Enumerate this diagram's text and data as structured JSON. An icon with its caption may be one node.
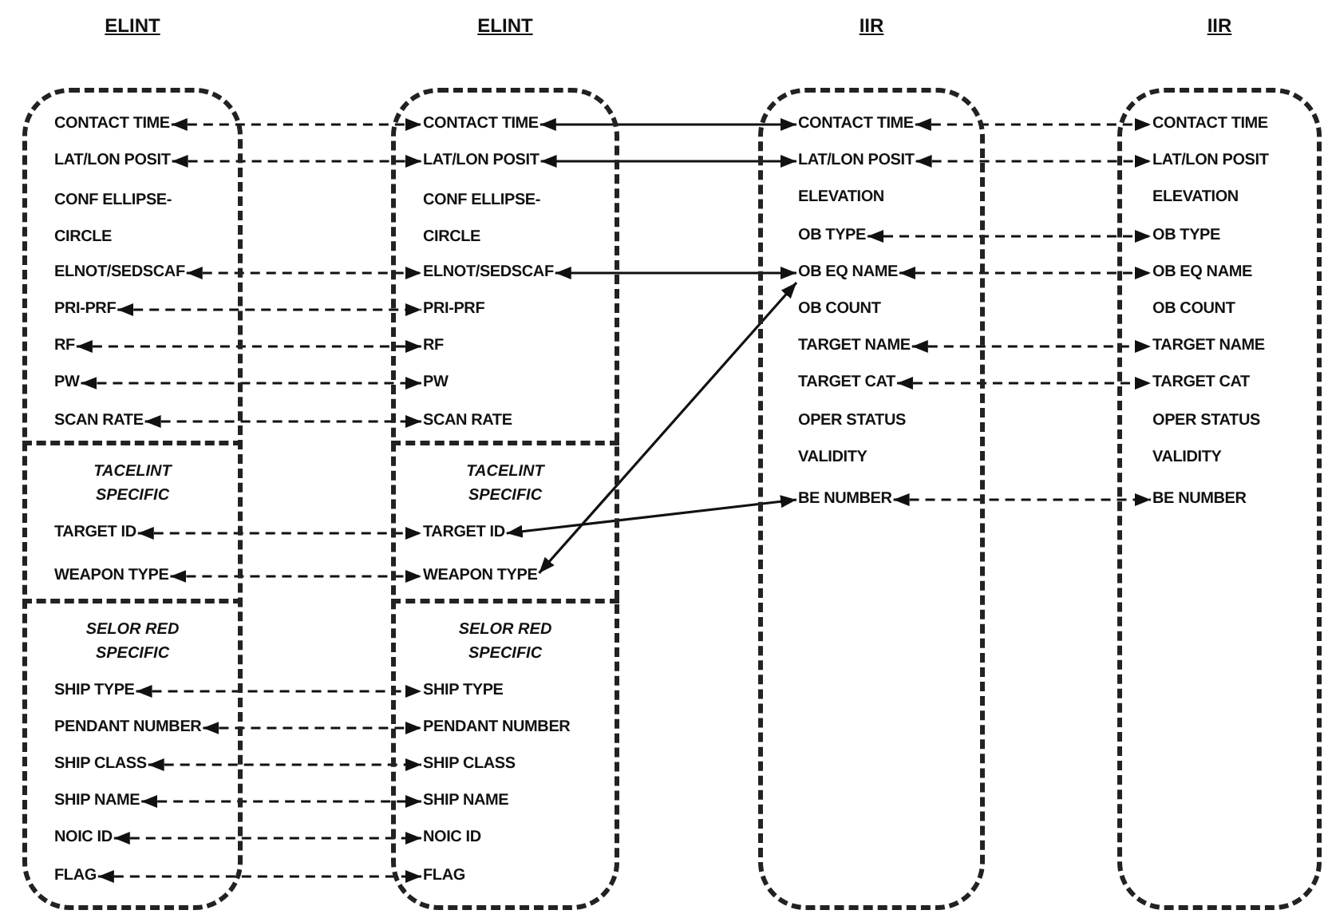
{
  "diagram": {
    "nodes": [
      {
        "text": [
          "ELINT"
        ]
      },
      {
        "text": [
          "CONTACT TIME"
        ],
        "in": 0
      },
      {
        "text": [
          "LAT/LON POSIT"
        ],
        "in": 0
      },
      {
        "text": [
          "CONF ELLIPSE- CIRCLE"
        ],
        "in": 0
      },
      {
        "text": [
          "ELNOT/SEDSCAF"
        ],
        "in": 0
      },
      {
        "text": [
          "PRI-PRF"
        ],
        "in": 0
      },
      {
        "text": [
          "RF"
        ],
        "in": 0
      },
      {
        "text": [
          "PW"
        ],
        "in": 0
      },
      {
        "text": [
          "SCAN RATE"
        ],
        "in": 0
      },
      {
        "text": [
          "TACELINT SPECIFIC"
        ],
        "in": 0
      },
      {
        "text": [
          "TARGET ID"
        ],
        "in": 9
      },
      {
        "text": [
          "WEAPON TYPE"
        ],
        "in": 9
      },
      {
        "text": [
          "SELOR RED SPECIFIC"
        ],
        "in": 0
      },
      {
        "text": [
          "SHIP TYPE"
        ],
        "in": 12
      },
      {
        "text": [
          "PENDANT NUMBER"
        ],
        "in": 12
      },
      {
        "text": [
          "SHIP CLASS"
        ],
        "in": 12
      },
      {
        "text": [
          "SHIP NAME"
        ],
        "in": 12
      },
      {
        "text": [
          "NOIC ID"
        ],
        "in": 12
      },
      {
        "text": [
          "FLAG"
        ],
        "in": 12
      },
      {
        "text": [
          "ELINT"
        ]
      },
      {
        "text": [
          "CONTACT TIME"
        ],
        "in": 19
      },
      {
        "text": [
          "LAT/LON POSIT"
        ],
        "in": 19
      },
      {
        "text": [
          "CONF ELLIPSE- CIRCLE"
        ],
        "in": 19
      },
      {
        "text": [
          "ELNOT/SEDSCAF"
        ],
        "in": 19
      },
      {
        "text": [
          "PRI-PRF"
        ],
        "in": 19
      },
      {
        "text": [
          "RF"
        ],
        "in": 19
      },
      {
        "text": [
          "PW"
        ],
        "in": 19
      },
      {
        "text": [
          "SCAN RATE"
        ],
        "in": 19
      },
      {
        "text": [
          "TACELINT SPECIFIC"
        ],
        "in": 19
      },
      {
        "text": [
          "TARGET ID"
        ],
        "in": 28
      },
      {
        "text": [
          "WEAPON TYPE"
        ],
        "in": 28
      },
      {
        "text": [
          "SELOR RED SPECIFIC"
        ],
        "in": 19
      },
      {
        "text": [
          "SHIP TYPE"
        ],
        "in": 31
      },
      {
        "text": [
          "PENDANT NUMBER"
        ],
        "in": 31
      },
      {
        "text": [
          "SHIP CLASS"
        ],
        "in": 31
      },
      {
        "text": [
          "SHIP NAME"
        ],
        "in": 31
      },
      {
        "text": [
          "NOIC ID"
        ],
        "in": 31
      },
      {
        "text": [
          "FLAG"
        ],
        "in": 31
      },
      {
        "text": [
          "IIR"
        ]
      },
      {
        "text": [
          "CONTACT TIME"
        ],
        "in": 38
      },
      {
        "text": [
          "LAT/LON POSIT"
        ],
        "in": 38
      },
      {
        "text": [
          "ELEVATION"
        ],
        "in": 38
      },
      {
        "text": [
          "OB TYPE"
        ],
        "in": 38
      },
      {
        "text": [
          "OB EQ NAME"
        ],
        "in": 38
      },
      {
        "text": [
          "OB COUNT"
        ],
        "in": 38
      },
      {
        "text": [
          "TARGET NAME"
        ],
        "in": 38
      },
      {
        "text": [
          "TARGET CAT"
        ],
        "in": 38
      },
      {
        "text": [
          "OPER STATUS"
        ],
        "in": 38
      },
      {
        "text": [
          "VALIDITY"
        ],
        "in": 38
      },
      {
        "text": [
          "BE NUMBER"
        ],
        "in": 38
      },
      {
        "text": [
          "IIR"
        ]
      },
      {
        "text": [
          "CONTACT TIME"
        ],
        "in": 50
      },
      {
        "text": [
          "LAT/LON POSIT"
        ],
        "in": 50
      },
      {
        "text": [
          "ELEVATION"
        ],
        "in": 50
      },
      {
        "text": [
          "OB TYPE"
        ],
        "in": 50
      },
      {
        "text": [
          "OB EQ NAME"
        ],
        "in": 50
      },
      {
        "text": [
          "OB COUNT"
        ],
        "in": 50
      },
      {
        "text": [
          "TARGET NAME"
        ],
        "in": 50
      },
      {
        "text": [
          "TARGET CAT"
        ],
        "in": 50
      },
      {
        "text": [
          "OPER STATUS"
        ],
        "in": 50
      },
      {
        "text": [
          "VALIDITY"
        ],
        "in": 50
      },
      {
        "text": [
          "BE NUMBER"
        ],
        "in": 50
      }
    ],
    "edges": [
      {
        "from": 1,
        "to": 20,
        "arrow": "both",
        "style": "dashed"
      },
      {
        "from": 2,
        "to": 21,
        "arrow": "both",
        "style": "dashed"
      },
      {
        "from": 4,
        "to": 23,
        "arrow": "both",
        "style": "dashed"
      },
      {
        "from": 5,
        "to": 24,
        "arrow": "both",
        "style": "dashed"
      },
      {
        "from": 6,
        "to": 25,
        "arrow": "both",
        "style": "dashed"
      },
      {
        "from": 7,
        "to": 26,
        "arrow": "both",
        "style": "dashed"
      },
      {
        "from": 8,
        "to": 27,
        "arrow": "both",
        "style": "dashed"
      },
      {
        "from": 10,
        "to": 29,
        "arrow": "both",
        "style": "dashed"
      },
      {
        "from": 11,
        "to": 30,
        "arrow": "both",
        "style": "dashed"
      },
      {
        "from": 13,
        "to": 32,
        "arrow": "both",
        "style": "dashed"
      },
      {
        "from": 14,
        "to": 33,
        "arrow": "both",
        "style": "dashed"
      },
      {
        "from": 15,
        "to": 34,
        "arrow": "both",
        "style": "dashed"
      },
      {
        "from": 16,
        "to": 35,
        "arrow": "both",
        "style": "dashed"
      },
      {
        "from": 17,
        "to": 36,
        "arrow": "both",
        "style": "dashed"
      },
      {
        "from": 18,
        "to": 37,
        "arrow": "both",
        "style": "dashed"
      },
      {
        "from": 20,
        "to": 39,
        "arrow": "both"
      },
      {
        "from": 21,
        "to": 40,
        "arrow": "both"
      },
      {
        "from": 23,
        "to": 43,
        "arrow": "both"
      },
      {
        "from": 30,
        "to": 43,
        "arrow": "both"
      },
      {
        "from": 29,
        "to": 49,
        "arrow": "both"
      },
      {
        "from": 39,
        "to": 51,
        "arrow": "both",
        "style": "dashed"
      },
      {
        "from": 40,
        "to": 52,
        "arrow": "both",
        "style": "dashed"
      },
      {
        "from": 42,
        "to": 54,
        "arrow": "both",
        "style": "dashed"
      },
      {
        "from": 43,
        "to": 55,
        "arrow": "both",
        "style": "dashed"
      },
      {
        "from": 45,
        "to": 57,
        "arrow": "both",
        "style": "dashed"
      },
      {
        "from": 46,
        "to": 58,
        "arrow": "both",
        "style": "dashed"
      },
      {
        "from": 49,
        "to": 61,
        "arrow": "both",
        "style": "dashed"
      }
    ]
  }
}
